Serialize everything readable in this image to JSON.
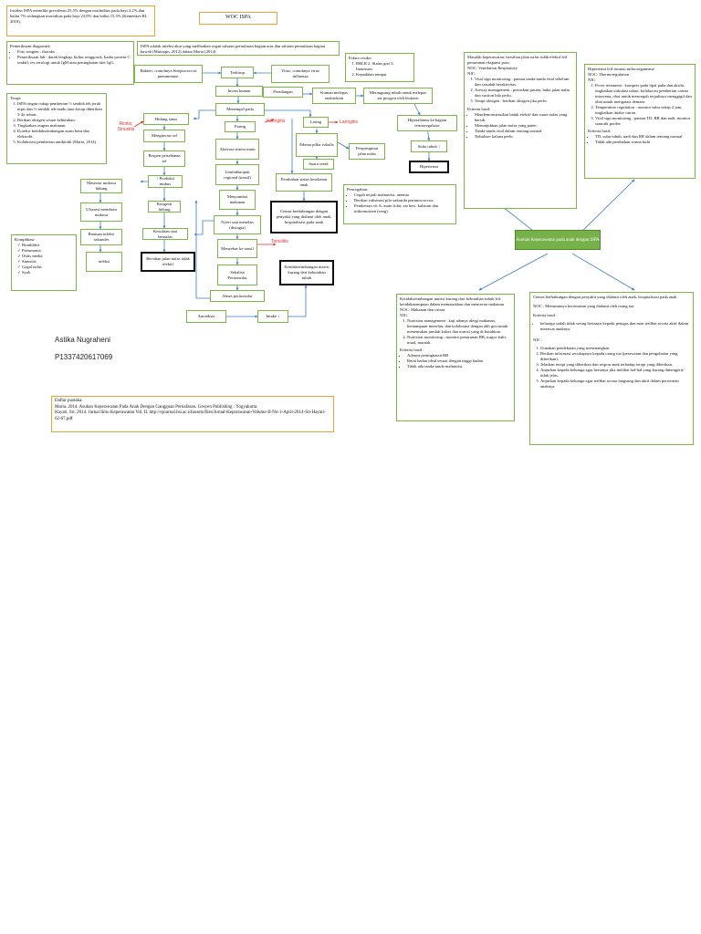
{
  "intro": "Insiden ISPA memiliki prevalensi 25,5% dengan morbiditas pada bayi 2,2% dan balita 7% sedangkan mortalitas pada bayi 23,8% dan balita 15,5% (Kemenkes RI, 2010).",
  "title": "WOC ISPA",
  "definition": "ISPA adalah infeksi akut yang melibatkan organ saluran pernafasan bagian atas dan saluran pernafasan bagian bawah (Muttaqin, 2012) dalam Maria (2014)",
  "diagnostic": {
    "title": "Pemeriksaan diagnostik",
    "items": [
      "Foto rongten : thorakx",
      "Pemeriksaan lab : darah lengkap, kultur tenggorok, kadar protein C reaktif, tes serologi untuk IgM atau peningkatan titer IgG."
    ]
  },
  "risk": {
    "title": "Faktor resiko:",
    "items": [
      "BBLR 2. Status gizi 3. Imunisasi",
      "Kepadatan tempat"
    ]
  },
  "therapy": {
    "title": "Terapi",
    "items": [
      "ISPA ringan cukup pemberian ½ sendok teh jeruk nipis dan ½ sendok teh madu atau kecap diberikan 3-4x sehari.",
      "Berikan oksigen sesuai kebutuhan.",
      "Tingkatkan asupan makanan.",
      "Koreksi ketidakseimbangan asam basa dan elektrolit.",
      "Kolaborasi pemberian antibiotik (Maria, 2014)."
    ]
  },
  "nodes": {
    "bakteri": "Bakteri, contohnya Streptococcus pneumoniae.",
    "terhirup": "Terhirup",
    "virus": "Virus, contohnya virus influenza",
    "invasi": "Invasi kuman",
    "peradangan": "Peradangan",
    "kuman": "Kuman melepas endotoksin",
    "merangsang": "Merangsang tubuh untuk melepas zat pirogen oleh leukosit",
    "hipotalamus": "Hipotalamus ke bagian termoregulator",
    "suhu": "Suhu tubuh ↑",
    "hipertermi": "Hipertermi",
    "menempel": "Menempel pada",
    "hidung": "Hidung sinus",
    "menginvasi": "Menginvasi sel",
    "respon": "Respon pertahanan sel",
    "produksi": "↑ Produksi mukus",
    "maserasi": "Maserasi mukosa hidung",
    "ulserasi": "Ulserasi membran mukosa",
    "bantuan": "Bantuan infeksi sekunder",
    "infeksi": "infeksi",
    "kongesti": "Kongesti hidung",
    "kesulitan": "Kesulitan saat bernafas",
    "bersihan": "Bersihan jalan nafas tidak efektif",
    "faring": "Faring",
    "aktivasi": "Aktivasi sistem imun",
    "limfadenopati": "Limfadenopati regional (tonsil)",
    "menyumbat": "Menyumbat makanan",
    "nyeri": "Nyeri saat menelan (disfagia)",
    "menyebar": "Menyebar ke tonsil",
    "sekalisa": "Sekalisa Peritonsilar",
    "abses": "Abses peritonsilar",
    "laring": "Laring",
    "edema": "Edema pilka vokalis",
    "penyempitan": "Penyempitan jalan nafas",
    "suara": "Suara serak",
    "perubahan": "Perubahan status kesehatan anak",
    "cemas": "Cemas berhubungan dengan penyakit yang dialami oleh anak, hospitalisasi pada anak",
    "ketidakseimbangan": "Ketidakseimbangan nutrisi kurang dari kebutuhan tubuh",
    "anoreksia": "Anoreksia",
    "intake": "Intake ↓"
  },
  "labels": {
    "rinitis": "Rinitis; Sinusitis",
    "faringitis": "Faringitis",
    "laringitis": "Laringitis",
    "tonsilitis": "Tonsilitis"
  },
  "complications": {
    "title": "Komplikasi:",
    "items": [
      "Bronkhitis",
      "Pneumonia",
      "Otitis media",
      "Sinusitis",
      "Gagal nafas",
      "Syok"
    ]
  },
  "prevention": {
    "title": "Pencegahan:",
    "items": [
      "Cegah terjadi malnutrisi, anemia",
      "Berikan vaksinasi pilo-sakarida pneumococcus.",
      "Pemberian vit A, asam folat, zat besi, kalsium dan mikronutrien (seng)"
    ]
  },
  "care1": {
    "title": "Masalah keperawatan: bersihan jalan nafas tidak efektif b/d penurunan ekspansi paru.",
    "noc": "NOC: Ventilation Respiratory",
    "nic": "NIC:",
    "nic_items": [
      "Vital sign monitoring : pantau tanda-tanda vital sebelum dan sesudah beraktivitas.",
      "Airway management : posisikan pasien, buka jalan nafas dan suction bila perlu.",
      "Terapi oksigen : berikan oksigen jika perlu."
    ],
    "criteria": "Kriteria hasil:",
    "criteria_items": [
      "Mendemonstrasikan batuk efektif dan suara nafas yang bersih.",
      "Menunjukkan jalan nafas yang paten.",
      "Tanda-tanda vital dalam rentang normal.",
      "Nebuliser kalana perlu."
    ]
  },
  "care2": {
    "title": "Hipertermi b/d invansi mikroorganisme",
    "noc": "NOC: Thermoregulation",
    "nic": "NIC:",
    "nic_items": [
      "Fever treatment : kompres pada lipat paha dan aksila, tingkatkan sirkulasi udara, kolaborasi pemberian cairan intravena, obat untuk mencegah terjadinya menggigil dan obat untuk mengatasi demam.",
      "Temperature regulation : monitor suhu setiap 2 jam, tingkatkan intake cairan.",
      "Vital sign monitoring : pantau TD, RR dan nadi, monitor sianotik perifer."
    ],
    "criteria": "Kriteria hasil:",
    "criteria_items": [
      "TD, suhu tubuh, nadi dan RR dalam rentang normal",
      "Tidak ada perubahan warna kulit"
    ]
  },
  "central": "Asuhan Keperawatan pada anak dengan ISPA",
  "care3": {
    "title": "Ketidakseimbangan nutrisi kurang dari kebutuhan tubuh b/d ketidakmampuan dalam memasukkan dan mencerna makanan",
    "noc": "NOC: Makanan dan cairan",
    "nic": "NIC:",
    "nic_items": [
      "Nutrision management : kaji adanya alergi makanan, kemampuan menelan, dan kolaborasi dengan ahli gizi untuk menentukan jumlah kalori dan nutrisi yang di butuhkan.",
      "Nutrision monitoring : monitor penurunan BB, turgor kulit, mual, muntah."
    ],
    "criteria": "Kriteria hasil :",
    "criteria_items": [
      "Adanya peningkatan BB",
      "Berat badan ideal sesuai dengan tinggi badan",
      "Tidak ada tanda-tanda malnutrisi"
    ]
  },
  "care4": {
    "title": "Cemas berhubungan dengan penyakit yang dialami oleh anak, hospitalisasi pada anak",
    "noc": "NOC : Menurunnya kecemasan yang dialami oleh orang tua",
    "criteria": "Kriteria hasil :",
    "criteria_items": [
      "keluarga sudah tidak sering bertanya kepada petugas dan mau terlibat secara aktif dalam merawat anaknya."
    ],
    "nic": "NIC :",
    "nic_items": [
      "Gunakan pendekatan yang menenangkan",
      "Berikan informasi secukupnya kepada orang tua (perawatan dan pengobatan yang diberikan).",
      "Jelaskan terapi yang diberikan dan respon anak terhadap terapi yang diberikan.",
      "Anjurkan kepada keluarga agar bertanya jika melihat hal-hal yang kurang dimengerti/ tidak jelas.",
      "Anjurkan kepada keluarga agar terlibat secara langsung dan aktif dalam perawatan anaknya."
    ]
  },
  "author": {
    "name": "Astika Nugraheni",
    "id": "P1337420617069"
  },
  "references": {
    "title": "Daftar pustaka:",
    "items": [
      "Maria. 2014. Asuhan Keperawatan Pada Anak Dengan Gangguan Pernafasan. Gosyen Publishing : Yogyakarta.",
      "Hayati, Sri. 2014. Jurnal Ilmu Keperawatan Vol. II. http://ejournal.bsi.ac.id/assets/files/Jurnal-Keperawatan-Volume-II-No-1-April-2014-Sri-Hayati-62-67.pdf"
    ]
  }
}
